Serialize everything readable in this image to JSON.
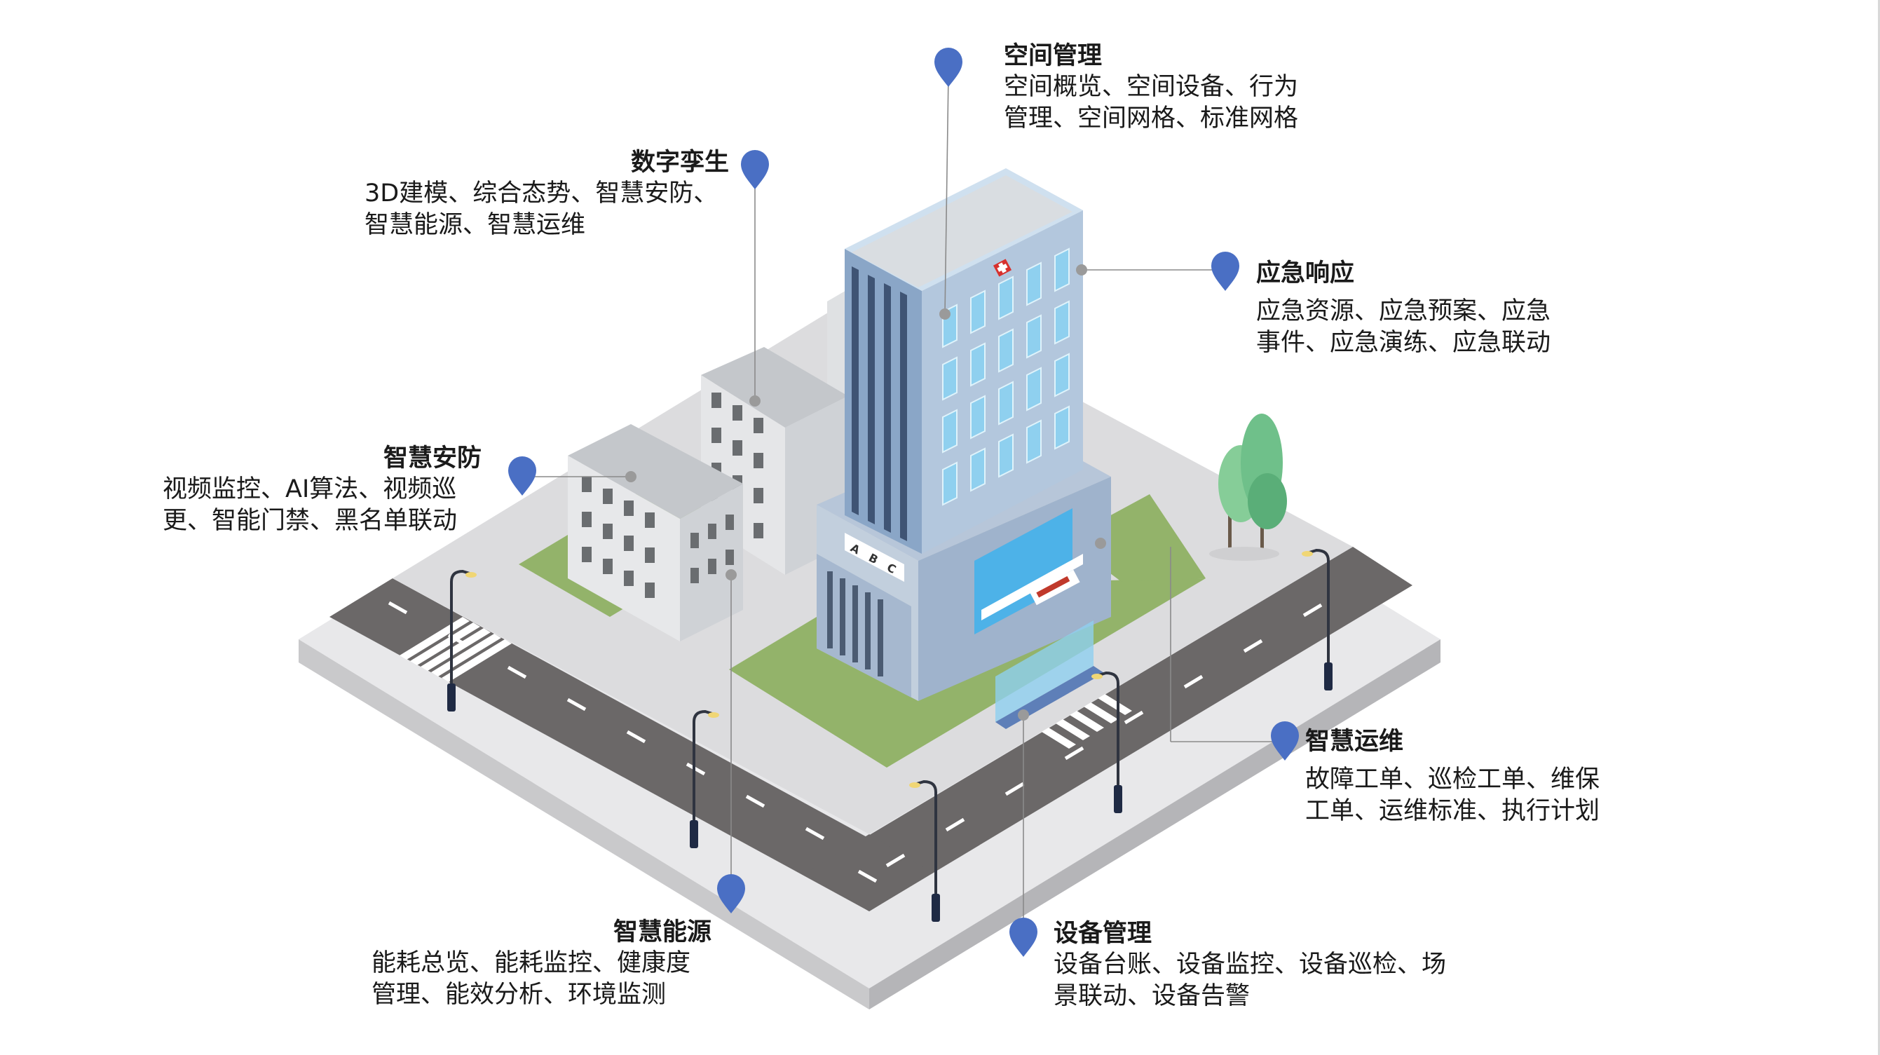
{
  "callouts": {
    "space": {
      "title": "空间管理",
      "lines": [
        "空间概览、空间设备、行为",
        "管理、空间网格、标准网格"
      ]
    },
    "twin": {
      "title": "数字孪生",
      "lines": [
        "3D建模、综合态势、智慧安防、",
        "智慧能源、智慧运维"
      ]
    },
    "emergency": {
      "title": "应急响应",
      "lines": [
        "应急资源、应急预案、应急",
        "事件、应急演练、应急联动"
      ]
    },
    "security": {
      "title": "智慧安防",
      "lines": [
        "视频监控、AI算法、视频巡",
        "更、智能门禁、黑名单联动"
      ]
    },
    "ops": {
      "title": "智慧运维",
      "lines": [
        "故障工单、巡检工单、维保",
        "工单、运维标准、执行计划"
      ]
    },
    "energy": {
      "title": "智慧能源",
      "lines": [
        "能耗总览、能耗监控、健康度",
        "管理、能效分析、环境监测"
      ]
    },
    "device": {
      "title": "设备管理",
      "lines": [
        "设备台账、设备监控、设备巡检、场",
        "景联动、设备告警"
      ]
    }
  },
  "signs": {
    "abc": [
      "A",
      "B",
      "C"
    ]
  },
  "colors": {
    "pin": "#4a6fc4",
    "road": "#6b6868",
    "grass": "#93b36a",
    "ground": "#e6e6e8",
    "tower": "#a7bdd8",
    "window": "#8fd0ef",
    "tree": "#6fc08a"
  },
  "icons": [
    "map-pin-icon",
    "street-lamp-icon",
    "tree-icon",
    "red-cross-icon"
  ]
}
